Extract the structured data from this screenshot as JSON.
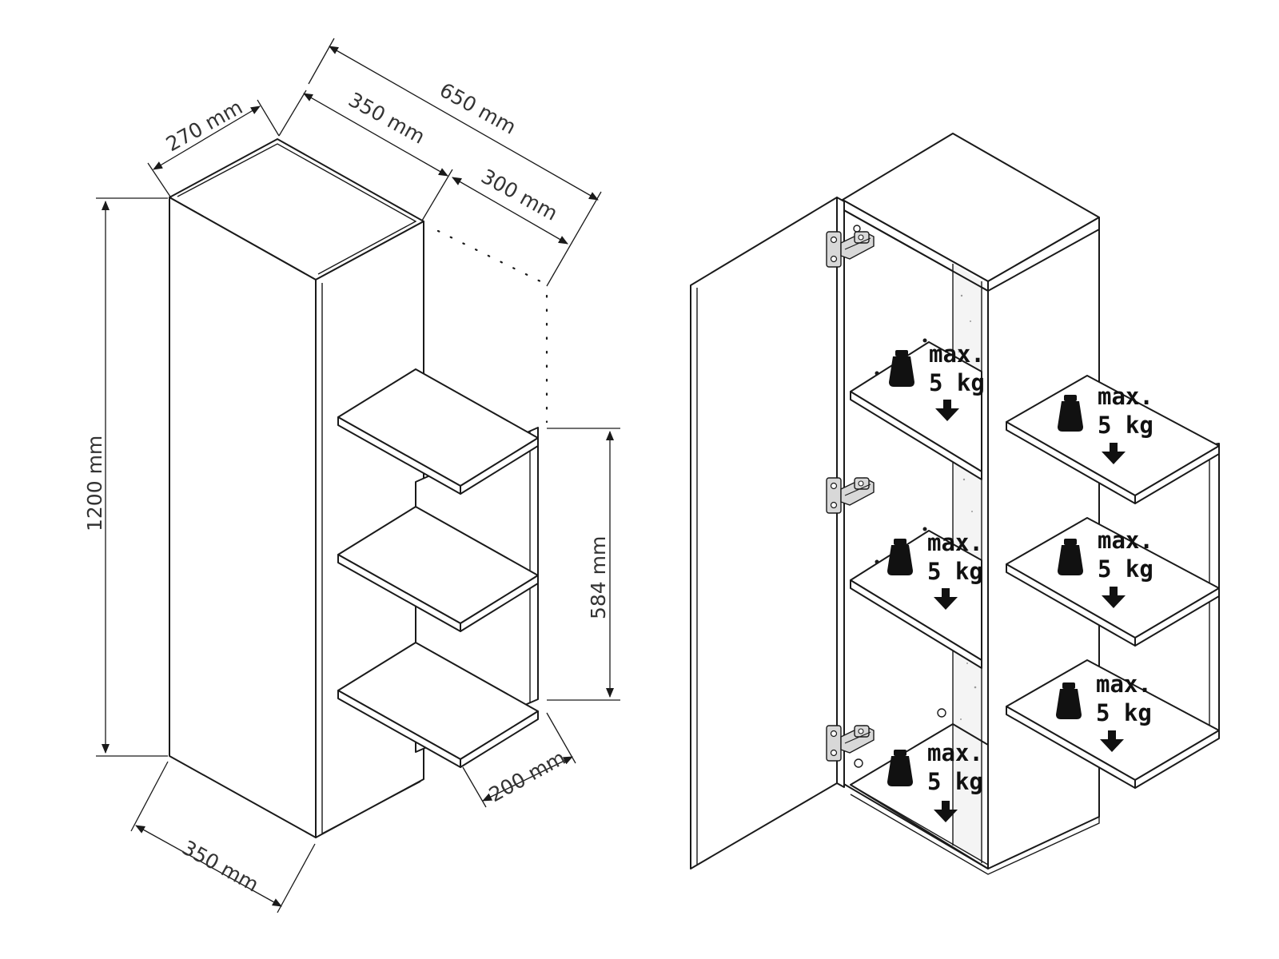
{
  "dimensions": {
    "width_total": "650 mm",
    "width_cabinet_top": "350 mm",
    "width_shelf_part": "300 mm",
    "depth_top": "270 mm",
    "height": "1200 mm",
    "shelf_height": "584 mm",
    "shelf_depth": "200 mm",
    "bottom_width": "350 mm"
  },
  "load_label": {
    "line1": "max.",
    "line2": "5 kg"
  },
  "icons": [
    "weight-icon",
    "down-arrow-icon",
    "hinge-icon"
  ]
}
